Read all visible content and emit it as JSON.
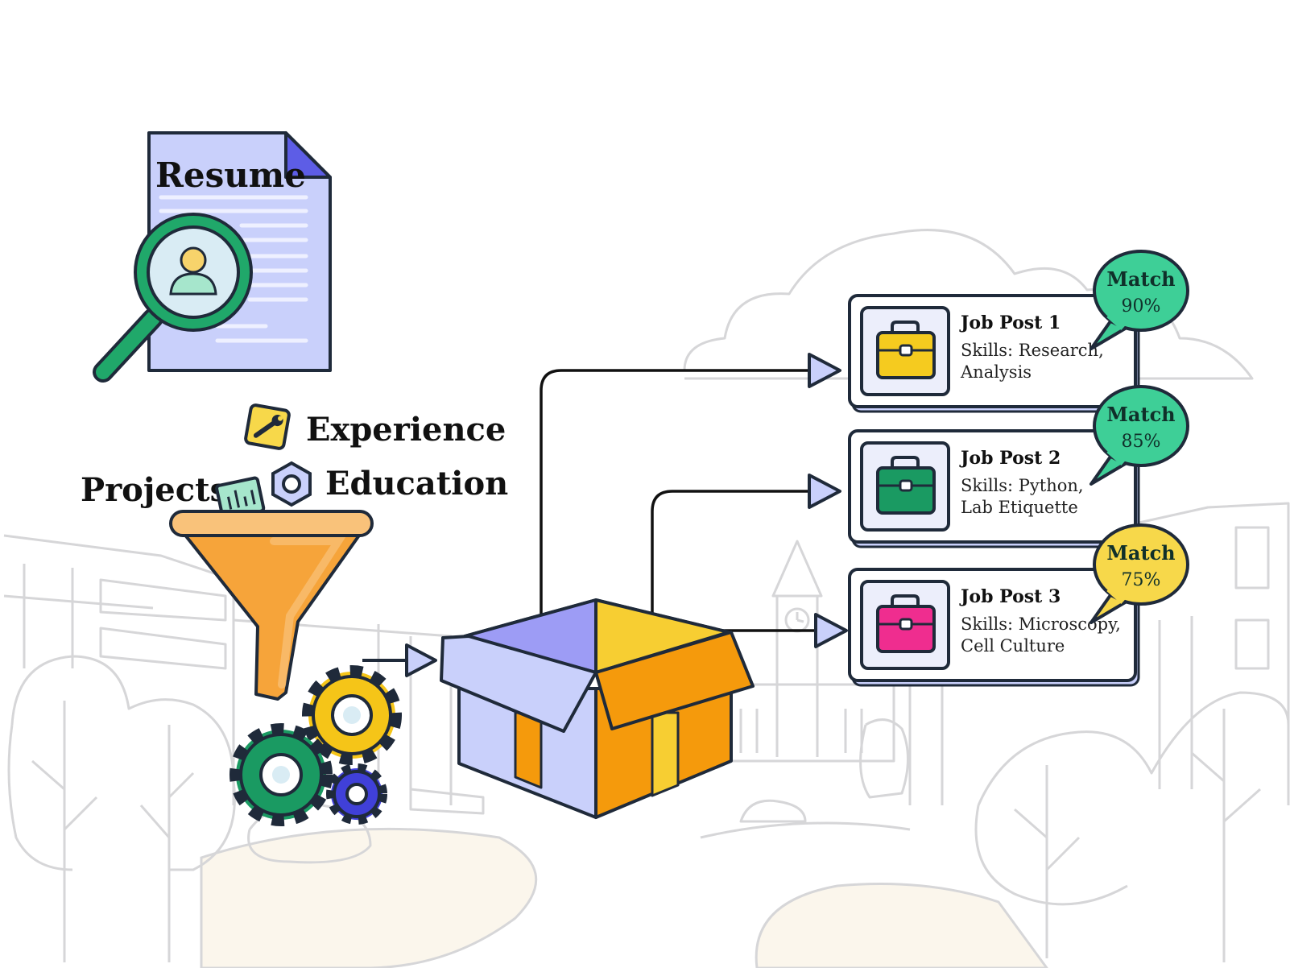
{
  "resume": {
    "title": "Resume"
  },
  "inputs": {
    "experience": "Experience",
    "education": "Education",
    "projects": "Projects"
  },
  "jobs": [
    {
      "title": "Job Post 1",
      "skills_line1": "Skills: Research,",
      "skills_line2": "Analysis",
      "match_label": "Match",
      "match_value": "90%",
      "match_fraction": 0.9,
      "bubble_color": "#3ecf97",
      "briefcase_color": "#f5cb1f"
    },
    {
      "title": "Job Post 2",
      "skills_line1": "Skills: Python,",
      "skills_line2": "Lab Etiquette",
      "match_label": "Match",
      "match_value": "85%",
      "match_fraction": 0.85,
      "bubble_color": "#3ecf97",
      "briefcase_color": "#1a9a62"
    },
    {
      "title": "Job Post 3",
      "skills_line1": "Skills: Microscopy,",
      "skills_line2": "Cell Culture",
      "match_label": "Match",
      "match_value": "75%",
      "match_fraction": 0.75,
      "bubble_color": "#f7d84a",
      "briefcase_color": "#ef2d8f"
    }
  ],
  "colors": {
    "resume_paper": "#c9d0fb",
    "resume_fold": "#5d5de6",
    "magnifier": "#20a86a",
    "funnel": "#f6a43a",
    "gear_yellow": "#f5c518",
    "gear_green": "#1a9a62",
    "gear_blue": "#4040d8",
    "box_left": "#c9d0fb",
    "box_right": "#f59a0c",
    "box_flap_blue": "#9d9cf5",
    "box_flap_yellow": "#f7ce32",
    "arrow_fill": "#c9d0fb",
    "outline": "#1f2a3a"
  }
}
